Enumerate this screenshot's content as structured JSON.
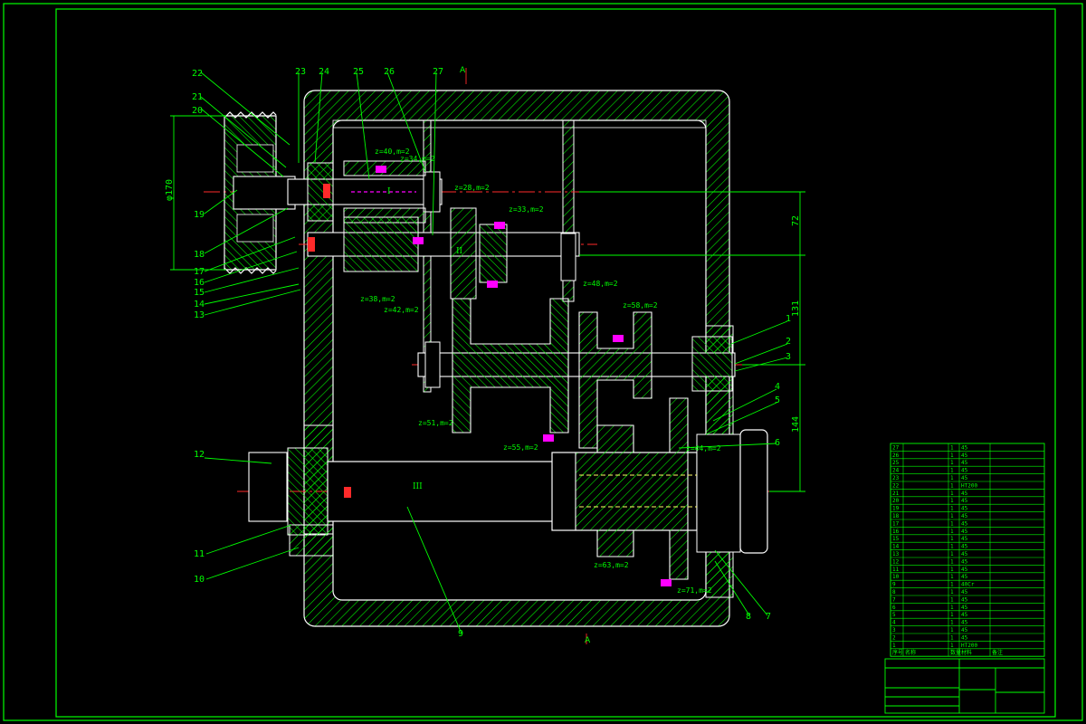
{
  "colors": {
    "background": "#000000",
    "frame": "#00ff00",
    "outline": "#ffffff",
    "hatch": "#ff00ff",
    "centerline": "#ff2a2a",
    "dimension": "#00ff00",
    "hidden": "#ffff66",
    "text": "#00ff00"
  },
  "balloons": {
    "top": [
      "22",
      "21",
      "20",
      "23",
      "24",
      "25",
      "26",
      "27"
    ],
    "left": [
      "19",
      "18",
      "17",
      "16",
      "15",
      "14",
      "13",
      "12",
      "11",
      "10"
    ],
    "right": [
      "1",
      "2",
      "3",
      "4",
      "5",
      "6",
      "7",
      "8"
    ],
    "bottom": [
      "9"
    ]
  },
  "dimensions": {
    "pulley_dia": "φ170",
    "center_72": "72",
    "center_131": "131",
    "center_144": "144"
  },
  "gear_labels": [
    "z=40,m=2",
    "z=34,m=2",
    "z=28,m=2",
    "z=33,m=2",
    "z=38,m=2",
    "z=42,m=2",
    "z=48,m=2",
    "z=58,m=2",
    "z=51,m=2",
    "z=55,m=2",
    "z=63,m=2",
    "z=44,m=2",
    "z=71,m=2"
  ],
  "shaft_marks": {
    "I": "I",
    "II": "II",
    "III": "III"
  },
  "section_marks": [
    "A",
    "A"
  ],
  "bom": {
    "rows": [
      [
        "27",
        "",
        "1",
        "45",
        ""
      ],
      [
        "26",
        "",
        "1",
        "45",
        ""
      ],
      [
        "25",
        "",
        "1",
        "45",
        ""
      ],
      [
        "24",
        "",
        "1",
        "45",
        ""
      ],
      [
        "23",
        "",
        "1",
        "45",
        ""
      ],
      [
        "22",
        "",
        "1",
        "HT200",
        ""
      ],
      [
        "21",
        "",
        "1",
        "45",
        ""
      ],
      [
        "20",
        "",
        "1",
        "45",
        ""
      ],
      [
        "19",
        "",
        "1",
        "45",
        ""
      ],
      [
        "18",
        "",
        "1",
        "45",
        ""
      ],
      [
        "17",
        "",
        "1",
        "45",
        ""
      ],
      [
        "16",
        "",
        "1",
        "45",
        ""
      ],
      [
        "15",
        "",
        "1",
        "45",
        ""
      ],
      [
        "14",
        "",
        "1",
        "45",
        ""
      ],
      [
        "13",
        "",
        "1",
        "45",
        ""
      ],
      [
        "12",
        "",
        "1",
        "45",
        ""
      ],
      [
        "11",
        "",
        "1",
        "45",
        ""
      ],
      [
        "10",
        "",
        "1",
        "45",
        ""
      ],
      [
        "9",
        "",
        "1",
        "40Cr",
        ""
      ],
      [
        "8",
        "",
        "1",
        "45",
        ""
      ],
      [
        "7",
        "",
        "1",
        "45",
        ""
      ],
      [
        "6",
        "",
        "1",
        "45",
        ""
      ],
      [
        "5",
        "",
        "1",
        "45",
        ""
      ],
      [
        "4",
        "",
        "1",
        "45",
        ""
      ],
      [
        "3",
        "",
        "1",
        "45",
        ""
      ],
      [
        "2",
        "",
        "1",
        "45",
        ""
      ],
      [
        "1",
        "",
        "1",
        "HT200",
        ""
      ]
    ],
    "header": [
      "序号",
      "名称",
      "数量",
      "材料",
      "备注"
    ]
  },
  "titleblock": {
    "label_a": "",
    "label_b": "",
    "label_c": ""
  }
}
